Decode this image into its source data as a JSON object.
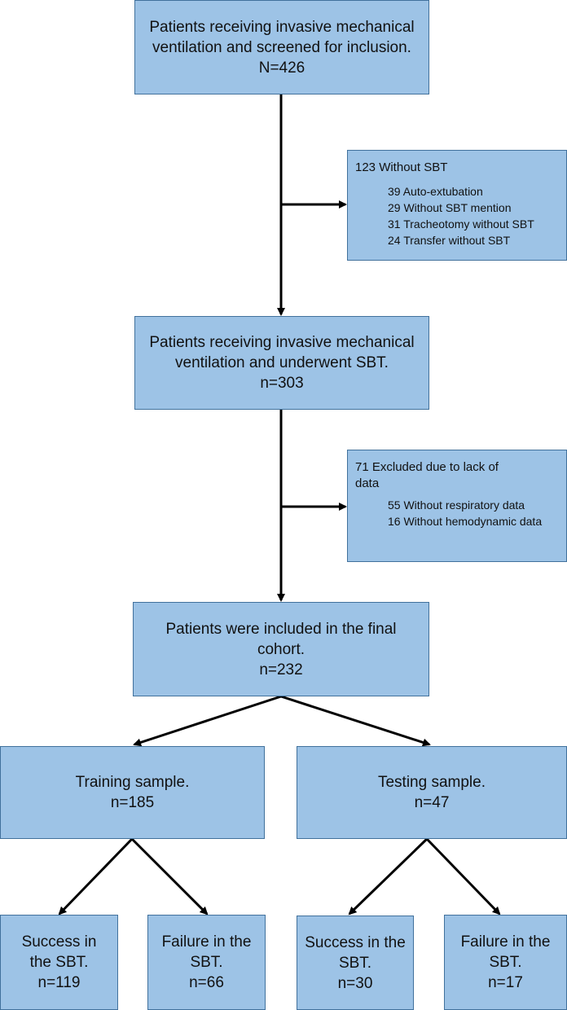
{
  "screened": {
    "lines": [
      "Patients receiving invasive mechanical",
      "ventilation and screened for inclusion.",
      "N=426"
    ]
  },
  "without_sbt": {
    "title": "123 Without SBT",
    "items": [
      "39 Auto-extubation",
      "29 Without SBT mention",
      "31 Tracheotomy without SBT",
      "24 Transfer without SBT"
    ]
  },
  "underwent_sbt": {
    "lines": [
      "Patients receiving invasive mechanical",
      "ventilation and underwent SBT.",
      "n=303"
    ]
  },
  "excluded": {
    "title_lines": [
      "71 Excluded due to lack of",
      "data"
    ],
    "items": [
      "55 Without respiratory data",
      "16 Without hemodynamic data"
    ]
  },
  "final_cohort": {
    "lines": [
      "Patients were included in the final",
      "cohort.",
      "n=232"
    ]
  },
  "training": {
    "lines": [
      "Training sample.",
      "n=185"
    ]
  },
  "testing": {
    "lines": [
      "Testing sample.",
      "n=47"
    ]
  },
  "training_success": {
    "lines": [
      "Success in",
      "the SBT.",
      "n=119"
    ]
  },
  "training_failure": {
    "lines": [
      "Failure in the",
      "SBT.",
      "n=66"
    ]
  },
  "testing_success": {
    "lines": [
      "Success in the",
      "SBT.",
      "n=30"
    ]
  },
  "testing_failure": {
    "lines": [
      "Failure in the",
      "SBT.",
      "n=17"
    ]
  },
  "colors": {
    "box_fill": "#9dc3e6",
    "box_border": "#41719c",
    "arrow": "#000000"
  }
}
